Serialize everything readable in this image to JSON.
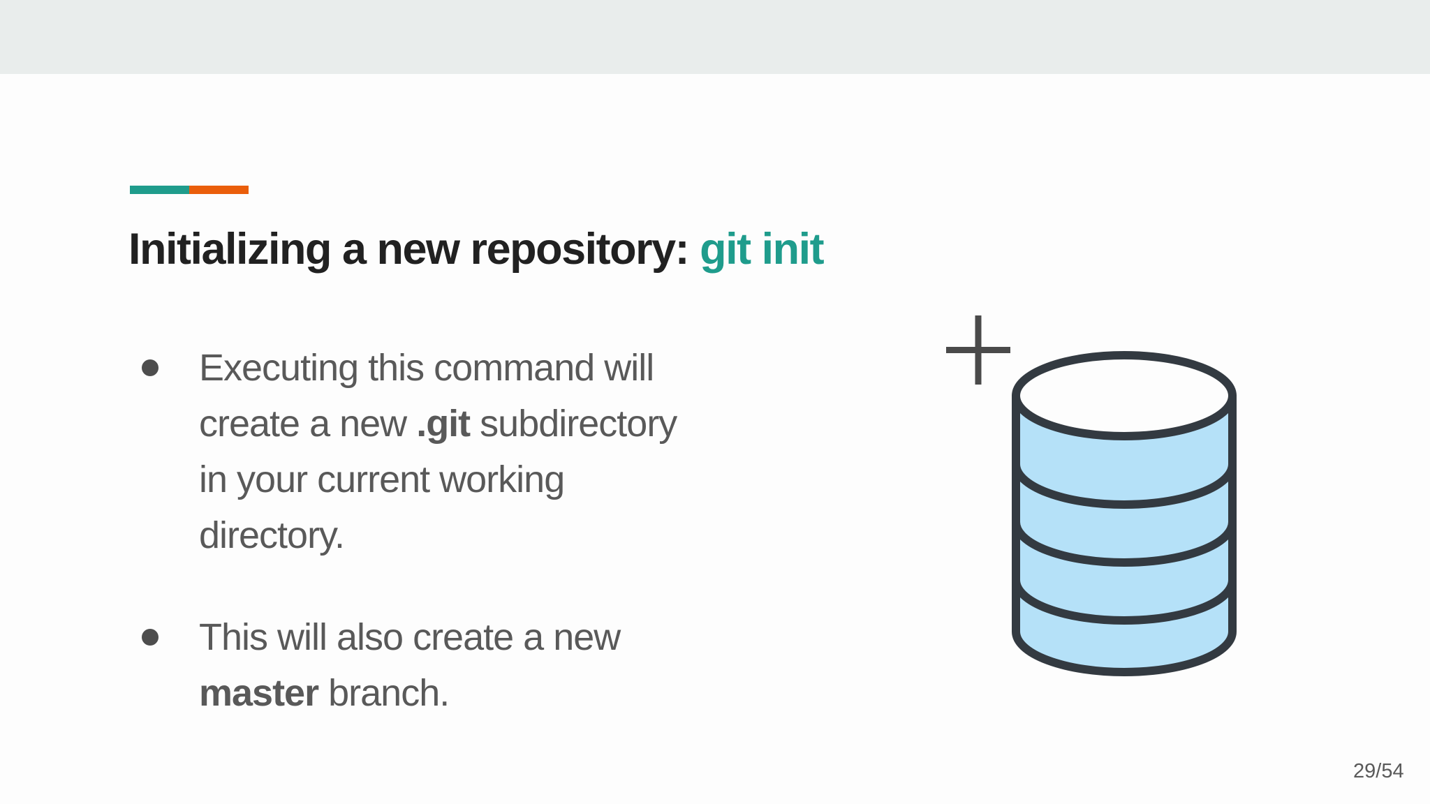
{
  "slide": {
    "topbar_color": "#e9edec",
    "accent": {
      "teal": "#1f9c8c",
      "orange": "#ea5e0b"
    },
    "title": {
      "main": "Initializing a new repository: ",
      "command": "git init",
      "command_color": "#1f9c8c"
    },
    "bullets": [
      {
        "lines": [
          {
            "t0": "Executing this command will"
          },
          {
            "t0": "create a new ",
            "bold": ".git",
            "t1": " subdirectory"
          },
          {
            "t0": "in your current working"
          },
          {
            "t0": "directory."
          }
        ]
      },
      {
        "lines": [
          {
            "t0": "This will also create a new"
          },
          {
            "bold": "master",
            "t1": " branch."
          }
        ]
      }
    ],
    "icon": {
      "name": "database-add-icon",
      "body_fill": "#b5e1f8",
      "top_fill": "#fdfdfd",
      "outline": "#333a41",
      "plus_color": "#4a4a4a"
    },
    "page_indicator": "29/54"
  }
}
